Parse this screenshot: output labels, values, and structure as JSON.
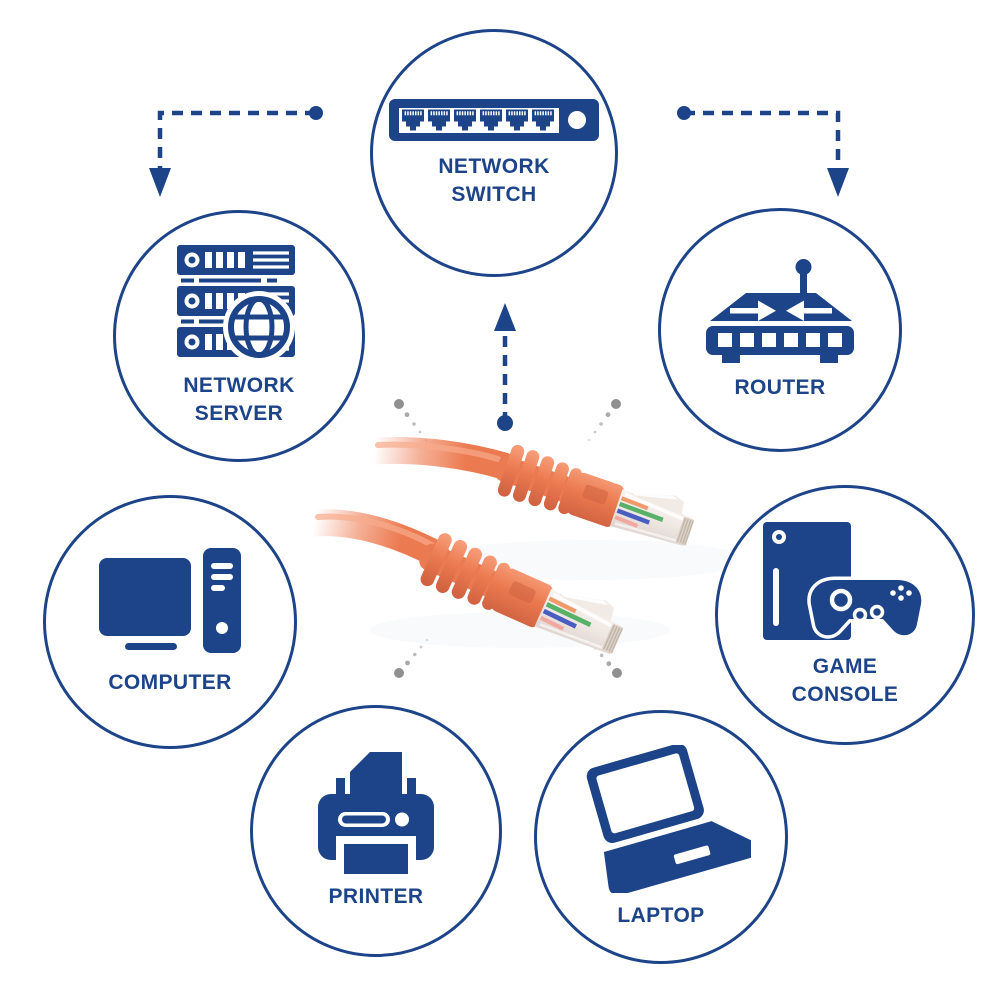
{
  "diagram": {
    "colors": {
      "accent_navy": "#1d4489",
      "cable_orange": "#ec7a50",
      "ray_gray": "#7d7d7d",
      "background": "#ffffff"
    },
    "nodes": [
      {
        "id": "network-switch",
        "icon": "network-switch-icon",
        "lines": [
          "NETWORK",
          "SWITCH"
        ]
      },
      {
        "id": "network-server",
        "icon": "network-server-icon",
        "lines": [
          "NETWORK",
          "SERVER"
        ]
      },
      {
        "id": "router",
        "icon": "router-icon",
        "lines": [
          "ROUTER"
        ]
      },
      {
        "id": "computer",
        "icon": "computer-icon",
        "lines": [
          "COMPUTER"
        ]
      },
      {
        "id": "game-console",
        "icon": "game-console-icon",
        "lines": [
          "GAME",
          "CONSOLE"
        ]
      },
      {
        "id": "printer",
        "icon": "printer-icon",
        "lines": [
          "PRINTER"
        ]
      },
      {
        "id": "laptop",
        "icon": "laptop-icon",
        "lines": [
          "LAPTOP"
        ]
      }
    ],
    "center": {
      "subject": "orange-utp-patch-cable",
      "connector_type": "rj45"
    },
    "arrows": [
      {
        "name": "elbow-arrow-to-network-server"
      },
      {
        "name": "elbow-arrow-to-router"
      },
      {
        "name": "up-arrow-to-network-switch"
      }
    ]
  }
}
